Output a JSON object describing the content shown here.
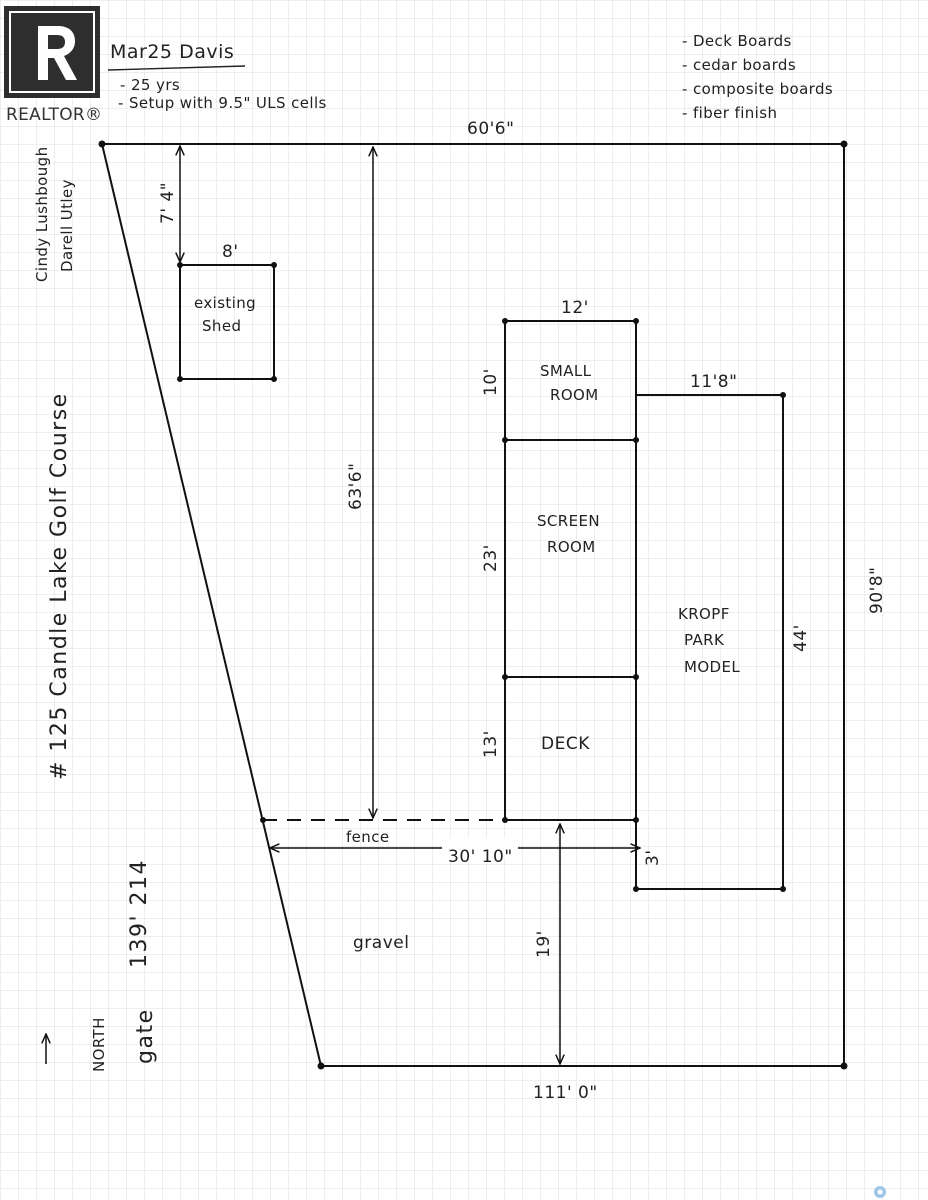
{
  "logo": {
    "text": "REALTOR®"
  },
  "header": {
    "title": "Mar25 Davis",
    "lines": [
      "- 25 yrs",
      "- Setup with 9.5\" ULS cells"
    ]
  },
  "notes": [
    "- Deck Boards",
    "- cedar boards",
    "- composite boards",
    "- fiber finish"
  ],
  "side_labels": {
    "owners_1": "Cindy Lushbough",
    "owners_2": "Darell Utley",
    "address": "# 125 Candle Lake Golf Course",
    "lot": "139' 214",
    "gate": "gate",
    "north": "NORTH"
  },
  "dimensions": {
    "top": "60'6\"",
    "right": "90'8\"",
    "bottom": "111' 0\"",
    "shed_offset": "7' 4\"",
    "shed_width": "8'",
    "depth": "63'6\"",
    "room_width": "12'",
    "small_room_len": "10'",
    "screen_room_len": "23'",
    "deck_len": "13'",
    "park_width": "11'8\"",
    "park_len": "44'",
    "fence_span": "30' 10\"",
    "park_offset": "3'",
    "front_setback": "19'"
  },
  "areas": {
    "shed": [
      "existing",
      "Shed"
    ],
    "small_room": [
      "SMALL",
      "ROOM"
    ],
    "screen_room": [
      "SCREEN",
      "ROOM"
    ],
    "deck": "DECK",
    "park_model": [
      "KROPF",
      "PARK",
      "MODEL"
    ],
    "fence": "fence",
    "gravel": "gravel"
  }
}
